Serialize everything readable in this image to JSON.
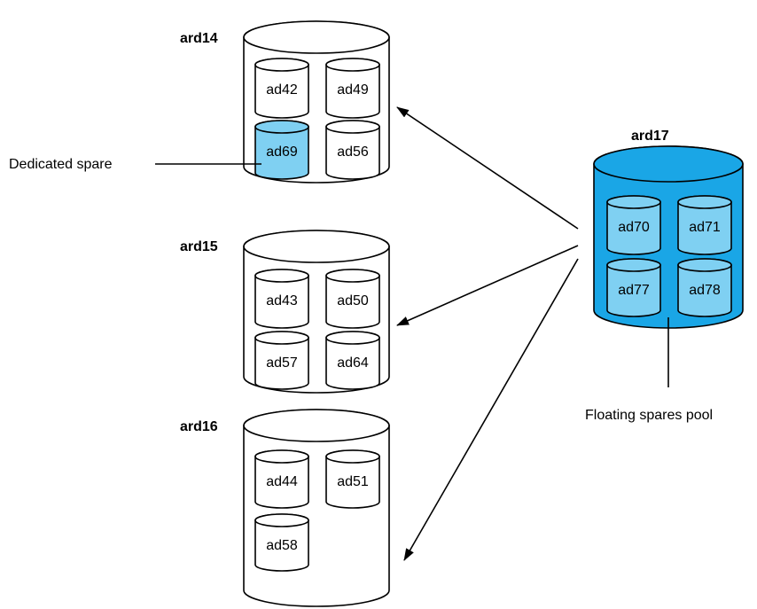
{
  "colors": {
    "background": "#ffffff",
    "outline": "#000000",
    "dedicated_spare_fill": "#7fd0f2",
    "pool_fill": "#1aa6e6",
    "pool_disk_fill": "#7fd0f2",
    "disk_fill": "#ffffff"
  },
  "arrays": [
    {
      "name": "ard14",
      "disks": [
        {
          "label": "ad42"
        },
        {
          "label": "ad49"
        },
        {
          "label": "ad69",
          "spare": true
        },
        {
          "label": "ad56"
        }
      ]
    },
    {
      "name": "ard15",
      "disks": [
        {
          "label": "ad43"
        },
        {
          "label": "ad50"
        },
        {
          "label": "ad57"
        },
        {
          "label": "ad64"
        }
      ]
    },
    {
      "name": "ard16",
      "disks": [
        {
          "label": "ad44"
        },
        {
          "label": "ad51"
        },
        {
          "label": "ad58"
        }
      ]
    }
  ],
  "pool": {
    "name": "ard17",
    "disks": [
      {
        "label": "ad70"
      },
      {
        "label": "ad71"
      },
      {
        "label": "ad77"
      },
      {
        "label": "ad78"
      }
    ]
  },
  "annotations": {
    "dedicated_spare": "Dedicated spare",
    "floating_pool": "Floating spares pool"
  }
}
